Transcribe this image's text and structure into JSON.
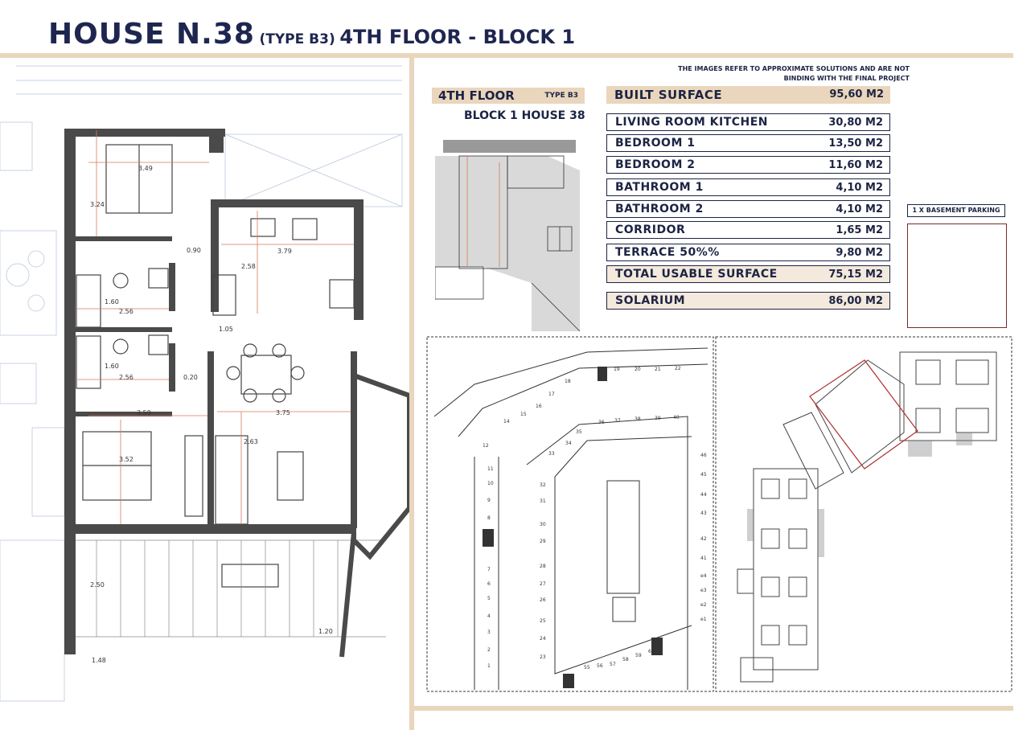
{
  "header": {
    "title_main": "HOUSE N.38",
    "title_type": "(TYPE B3)",
    "title_floor": "4TH FLOOR - BLOCK 1"
  },
  "disclaimer": {
    "line1": "THE IMAGES REFER TO APPROXIMATE SOLUTIONS AND ARE NOT",
    "line2": "BINDING WITH THE FINAL PROJECT"
  },
  "floor_label": {
    "floor": "4TH FLOOR",
    "type": "TYPE B3",
    "block_house": "BLOCK 1 HOUSE 38"
  },
  "surfaces": {
    "built": {
      "label": "BUILT SURFACE",
      "value": "95,60 M2"
    },
    "rooms": [
      {
        "label": "LIVING ROOM KITCHEN",
        "value": "30,80 M2"
      },
      {
        "label": "BEDROOM 1",
        "value": "13,50 M2"
      },
      {
        "label": "BEDROOM 2",
        "value": "11,60 M2"
      },
      {
        "label": "BATHROOM 1",
        "value": "4,10 M2"
      },
      {
        "label": "BATHROOM 2",
        "value": "4,10 M2"
      },
      {
        "label": "CORRIDOR",
        "value": "1,65 M2"
      },
      {
        "label": "TERRACE 50%%",
        "value": "9,80 M2"
      }
    ],
    "total": {
      "label": "TOTAL USABLE SURFACE",
      "value": "75,15 M2"
    },
    "solarium": {
      "label": "SOLARIUM",
      "value": "86,00 M2"
    }
  },
  "parking": {
    "label": "1 X BASEMENT PARKING"
  },
  "plan_dimensions": [
    "3.49",
    "3.24",
    "0.90",
    "3.79",
    "2.58",
    "1.60",
    "2.56",
    "1.05",
    "1.60",
    "2.56",
    "0.20",
    "3.59",
    "3.75",
    "2.63",
    "3.52",
    "2.50",
    "1.20",
    "1.48"
  ],
  "parking_numbers": {
    "top_row": [
      "19",
      "20",
      "21",
      "22"
    ],
    "diag_row": [
      "14",
      "15",
      "16",
      "17",
      "18"
    ],
    "mid_row": [
      "36",
      "37",
      "38",
      "39",
      "40"
    ],
    "diag_row2": [
      "33",
      "34",
      "35"
    ],
    "left_col": [
      "12",
      "11",
      "10",
      "9",
      "8",
      "7",
      "6",
      "5",
      "4",
      "3",
      "2",
      "1"
    ],
    "inner_col": [
      "32",
      "31",
      "30",
      "29",
      "28",
      "27",
      "26",
      "25",
      "24",
      "23"
    ],
    "right_col": [
      "46",
      "45",
      "44",
      "43",
      "42",
      "41",
      "e4",
      "e3",
      "e2",
      "e1"
    ],
    "bottom_row": [
      "55",
      "56",
      "57",
      "58",
      "59",
      "60"
    ]
  },
  "colors": {
    "navy": "#1e2650",
    "beige": "#ead6bd",
    "highlight_red": "#b03030"
  }
}
